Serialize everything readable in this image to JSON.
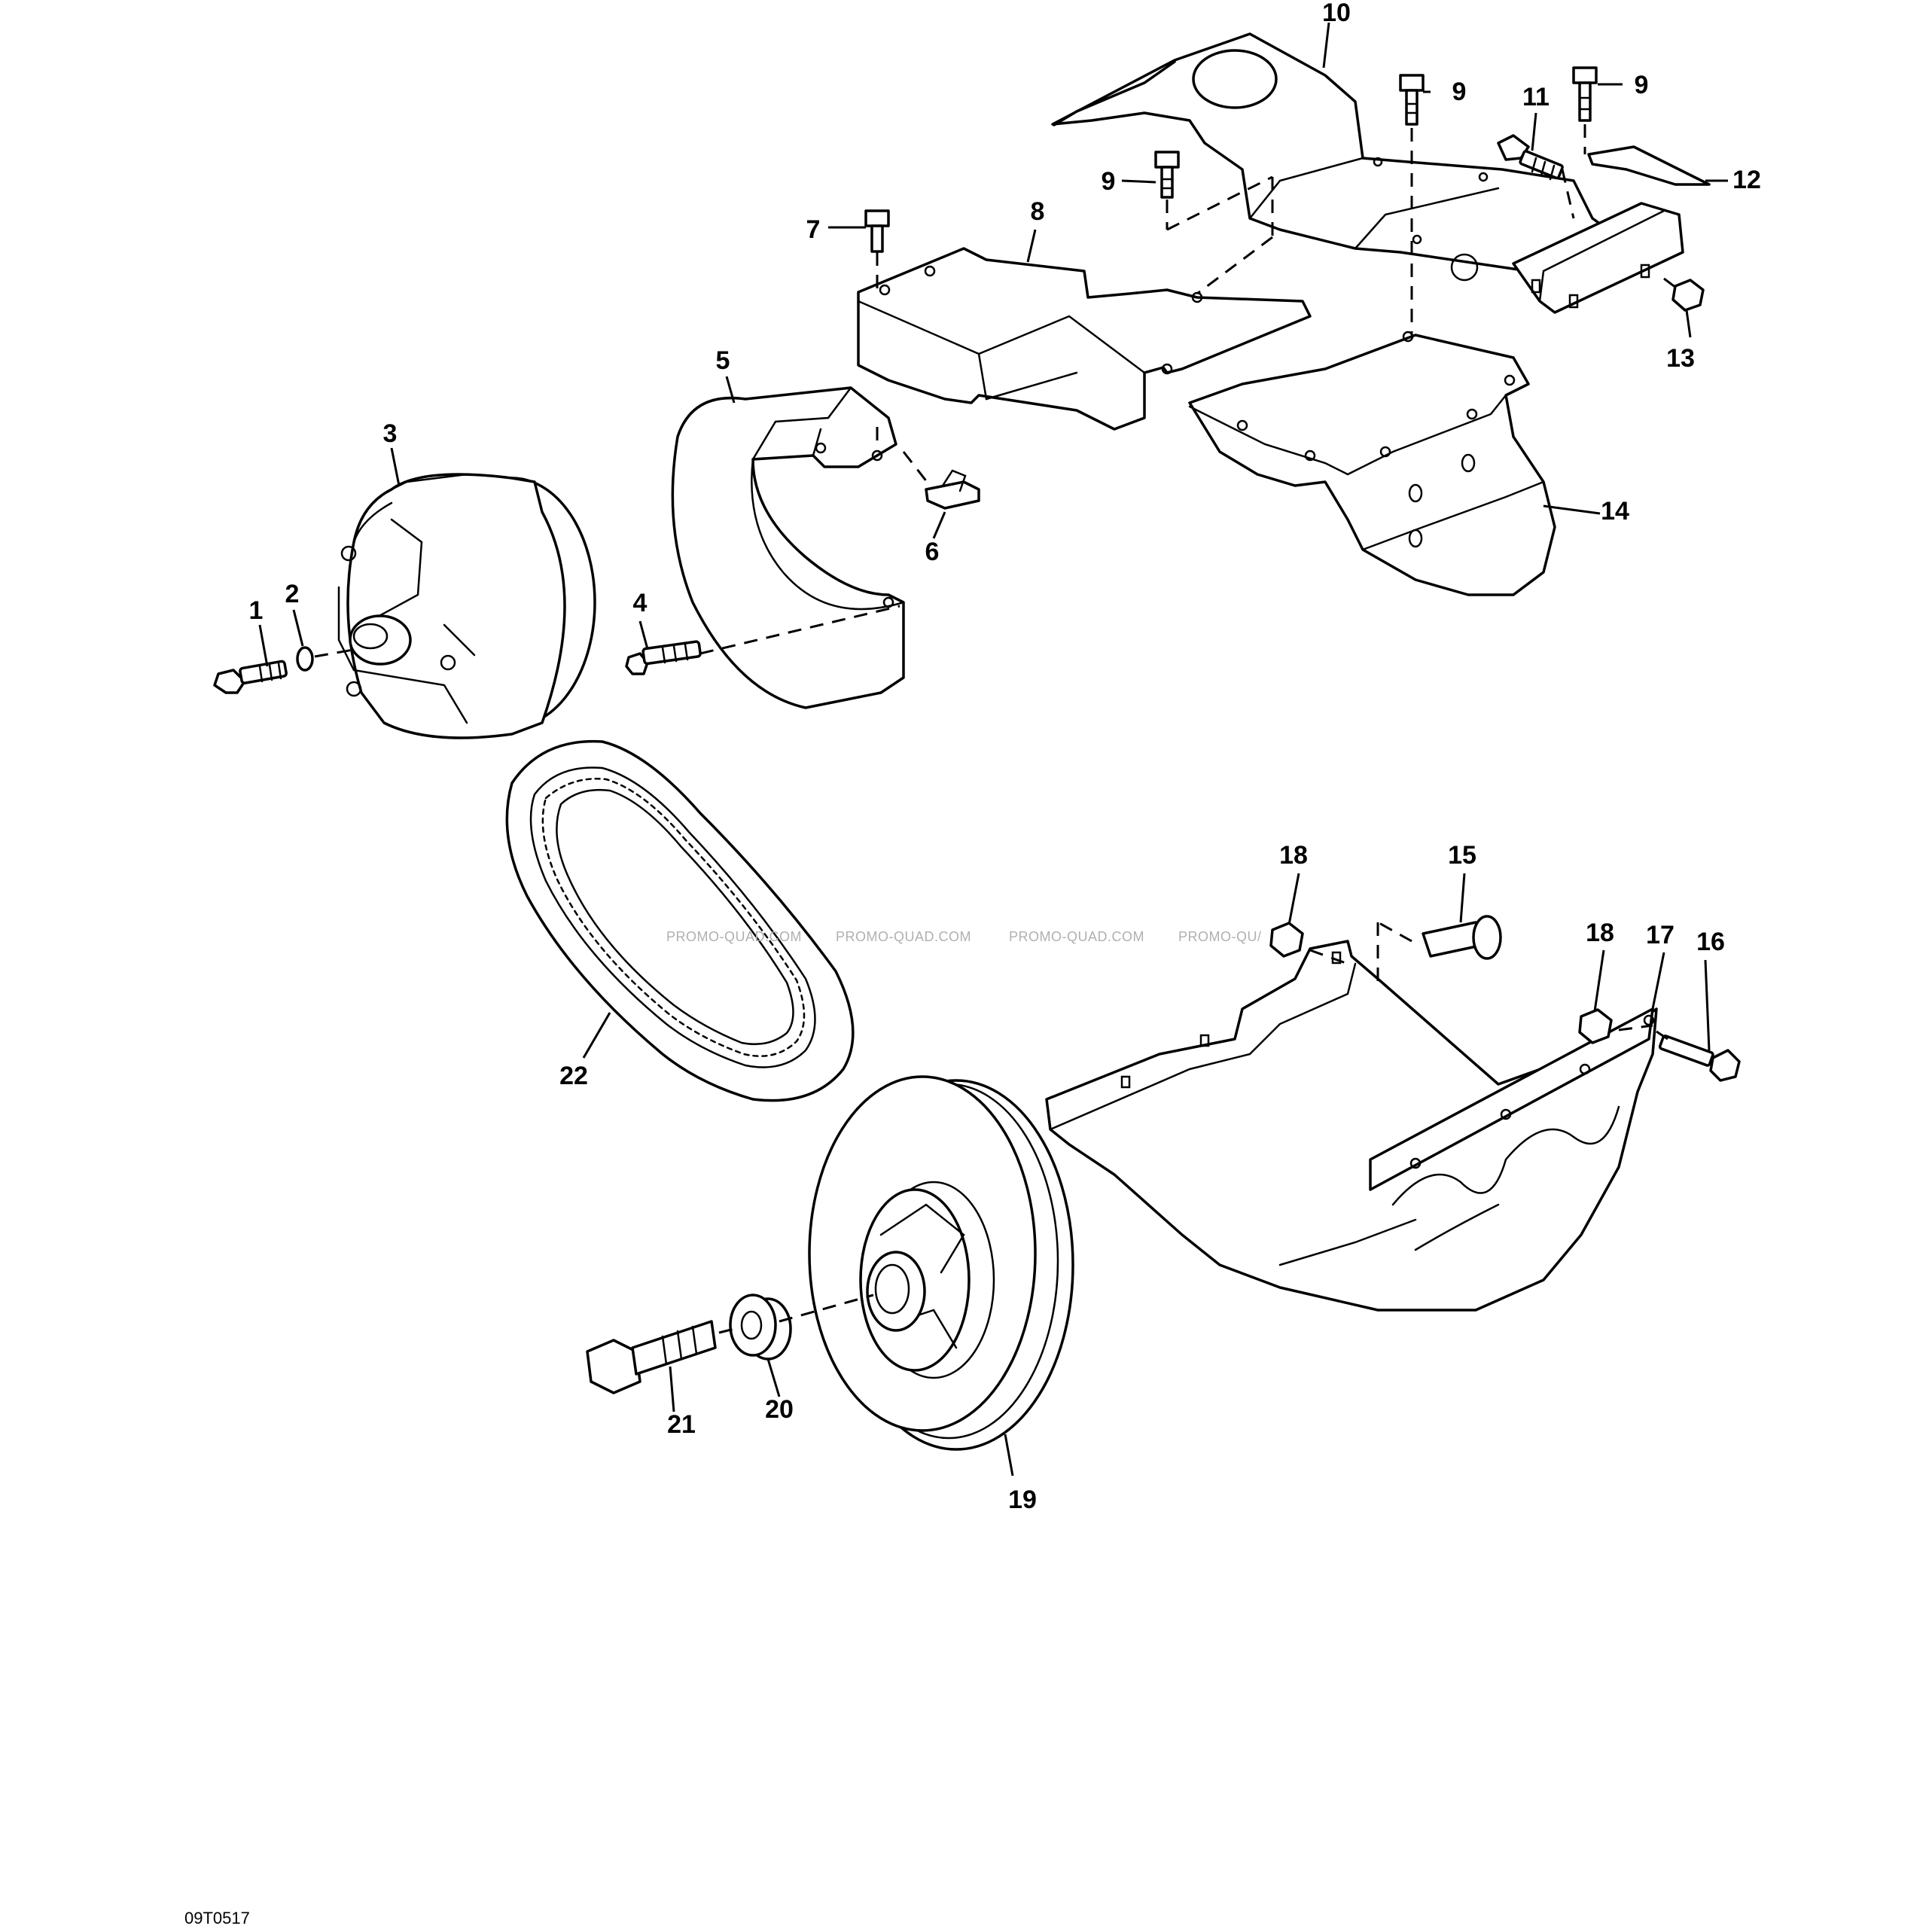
{
  "figure_code": "09T0517",
  "watermarks": [
    "PROMO-QUAD.COM",
    "PROMO-QUAD.COM",
    "PROMO-QUAD.COM",
    "PROMO-QU/"
  ],
  "callouts": [
    "1",
    "2",
    "3",
    "4",
    "5",
    "6",
    "7",
    "8",
    "9",
    "9",
    "9",
    "10",
    "11",
    "12",
    "13",
    "14",
    "15",
    "16",
    "17",
    "18",
    "18",
    "19",
    "20",
    "21",
    "22"
  ]
}
